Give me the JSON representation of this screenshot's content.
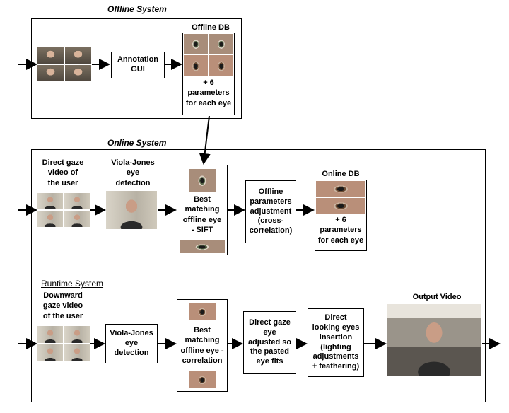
{
  "sections": {
    "offline_title": "Offline System",
    "online_title": "Online System",
    "runtime_title": "Runtime System"
  },
  "offline": {
    "annotation_gui": "Annotation\nGUI",
    "db_title": "Offline DB",
    "db_params": "+ 6\nparameters\nfor each eye"
  },
  "online": {
    "direct_gaze_label": "Direct gaze\nvideo of\nthe user",
    "viola_jones_label": "Viola-Jones\neye\ndetection",
    "best_match_sift": "Best\nmatching\noffline eye\n- SIFT",
    "offline_params_adjust": "Offline\nparameters\nadjustment\n(cross-\ncorrelation)",
    "db_title": "Online DB",
    "db_params": "+ 6\nparameters\nfor each eye"
  },
  "runtime": {
    "downward_gaze_label": "Downward\ngaze video\nof the user",
    "viola_jones_box": "Viola-Jones\neye\ndetection",
    "best_match_corr": "Best\nmatching\noffline eye -\ncorrelation",
    "direct_gaze_adjust": "Direct gaze\neye\nadjusted so\nthe pasted\neye fits",
    "insertion": "Direct\nlooking eyes\ninsertion\n(lighting\nadjustments\n+ feathering)",
    "output_title": "Output Video"
  }
}
